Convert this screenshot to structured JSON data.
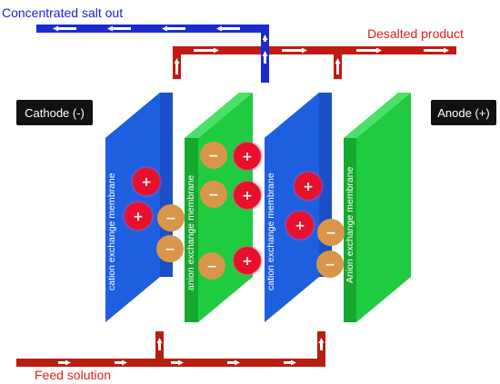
{
  "labels": {
    "concentrated": "Concentrated salt out",
    "desalted": "Desalted product",
    "feed": "Feed solution",
    "cathode": "Cathode (-)",
    "anode": "Anode (+)"
  },
  "membranes": {
    "cation_1": "cation exchange membrane",
    "anion_1": "anion exchange membrane",
    "cation_2": "cation exchange membrane",
    "anion_2": "Anion exchange membrane"
  },
  "ions": {
    "plus": "+",
    "minus": "−"
  },
  "colors": {
    "cation_membrane": "#1e5fe0",
    "anion_membrane": "#1fcc3f",
    "concentrate_pipe": "#1a2bd0",
    "product_pipe": "#c01a12",
    "feed_pipe": "#b81e10",
    "cation_ion": "#e8102a",
    "anion_ion": "#d9964a",
    "electrode_box": "#111111"
  }
}
